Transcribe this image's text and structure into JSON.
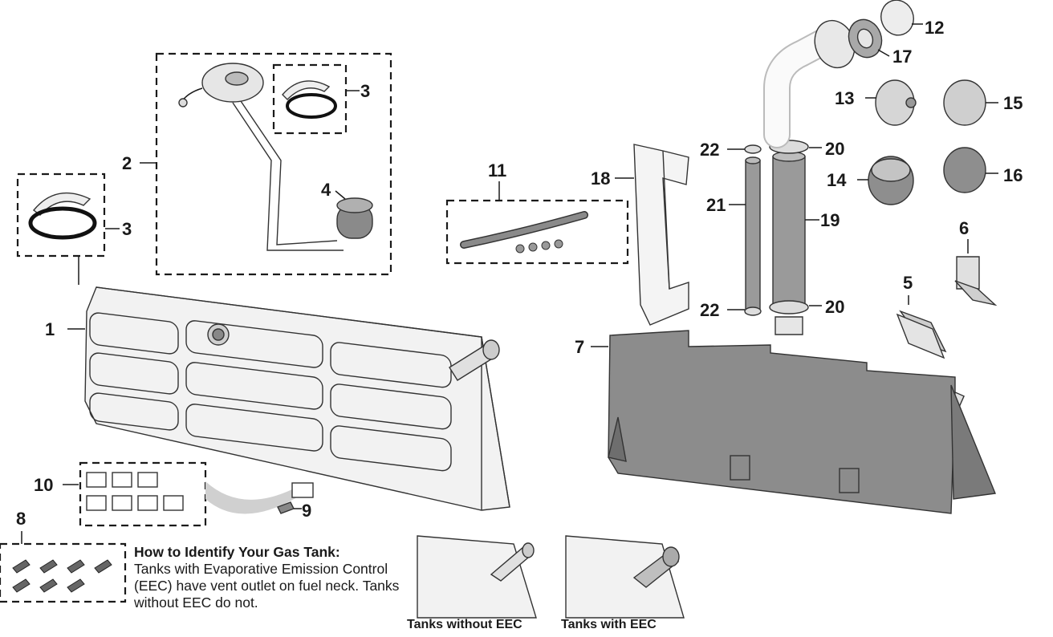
{
  "callouts": {
    "c1": "1",
    "c2": "2",
    "c3a": "3",
    "c3b": "3",
    "c4": "4",
    "c5": "5",
    "c6": "6",
    "c7": "7",
    "c8": "8",
    "c9": "9",
    "c10": "10",
    "c11": "11",
    "c12": "12",
    "c13": "13",
    "c14": "14",
    "c15": "15",
    "c16": "16",
    "c17": "17",
    "c18": "18",
    "c19": "19",
    "c20a": "20",
    "c20b": "20",
    "c21": "21",
    "c22a": "22",
    "c22b": "22"
  },
  "identify": {
    "heading": "How to Identify Your Gas Tank:",
    "body": "Tanks with Evaporative Emission Control (EEC) have vent outlet on fuel neck. Tanks without EEC do not."
  },
  "insets": {
    "without_eec": "Tanks without EEC",
    "with_eec": "Tanks with EEC"
  },
  "colors": {
    "line": "#1a1a1a",
    "tank": "#f2f2f2",
    "shield": "#8c8c8c",
    "hose": "#9a9a9a"
  }
}
